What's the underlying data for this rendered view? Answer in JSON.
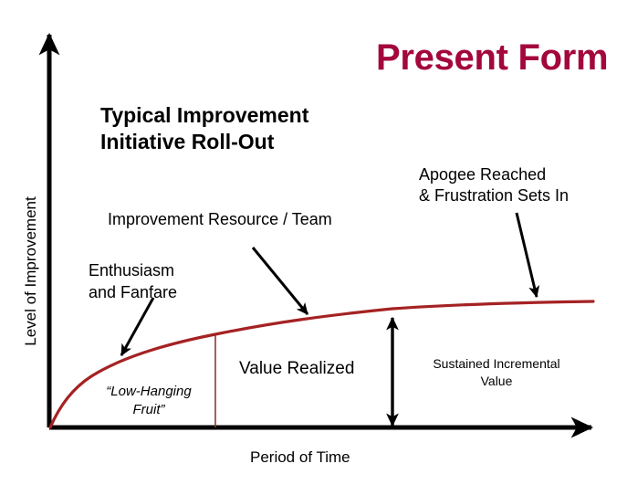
{
  "title": "Present Form",
  "chart_heading": "Typical Improvement\nInitiative Roll-Out",
  "axes": {
    "x_label": "Period of Time",
    "y_label": "Level of Improvement"
  },
  "annotations": {
    "apogee": "Apogee Reached\n& Frustration Sets In",
    "resource": "Improvement Resource / Team",
    "enthusiasm": "Enthusiasm\nand Fanfare",
    "low_hanging_fruit": "“Low-Hanging\nFruit”",
    "value_realized": "Value Realized",
    "sustained": "Sustained Incremental\nValue"
  },
  "colors": {
    "title_crimson": "#A3073C",
    "curve_red": "#A52223",
    "divider_red": "#8C3A33",
    "axis_black": "#000000"
  },
  "chart_data": {
    "type": "line",
    "title": "Typical Improvement Initiative Roll-Out",
    "xlabel": "Period of Time",
    "ylabel": "Level of Improvement",
    "grid": false,
    "legend": "none",
    "axis_ticks": [],
    "series": [
      {
        "name": "Improvement Curve",
        "shape": "logarithmic-saturating",
        "points": [
          [
            55,
            468
          ],
          [
            70,
            440
          ],
          [
            90,
            420
          ],
          [
            120,
            400
          ],
          [
            160,
            385
          ],
          [
            200,
            374
          ],
          [
            236,
            366
          ],
          [
            280,
            357
          ],
          [
            330,
            349
          ],
          [
            390,
            342
          ],
          [
            430,
            338
          ],
          [
            490,
            335
          ],
          [
            560,
            332
          ],
          [
            650,
            331
          ]
        ]
      }
    ],
    "markers": [
      {
        "name": "phase-divider",
        "type": "vertical-line",
        "x": 236,
        "y_top": 367,
        "y_bottom": 468
      },
      {
        "name": "sustained-value-measure",
        "type": "double-arrow-vertical",
        "x": 430,
        "y_top": 346,
        "y_bottom": 468
      }
    ],
    "pointer_arrows": [
      {
        "name": "enthusiasm-arrow",
        "from": [
          168,
          325
        ],
        "to": [
          133,
          390
        ]
      },
      {
        "name": "resource-arrow",
        "from": [
          278,
          272
        ],
        "to": [
          337,
          344
        ]
      },
      {
        "name": "apogee-arrow",
        "from": [
          566,
          234
        ],
        "to": [
          588,
          326
        ]
      }
    ]
  }
}
